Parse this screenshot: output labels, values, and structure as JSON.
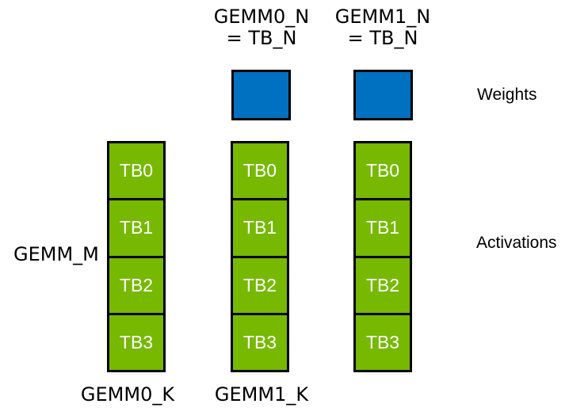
{
  "diagram": {
    "top_labels": [
      {
        "line1": "GEMM0_N",
        "line2": "= TB_N"
      },
      {
        "line1": "GEMM1_N",
        "line2": "= TB_N"
      }
    ],
    "legend": {
      "weights": "Weights",
      "activations": "Activations"
    },
    "gemm_m_label": "GEMM_M",
    "bottom_labels": [
      "GEMM0_K",
      "GEMM1_K"
    ],
    "columns": [
      {
        "blocks": [
          "TB0",
          "TB1",
          "TB2",
          "TB3"
        ]
      },
      {
        "blocks": [
          "TB0",
          "TB1",
          "TB2",
          "TB3"
        ]
      },
      {
        "blocks": [
          "TB0",
          "TB1",
          "TB2",
          "TB3"
        ]
      }
    ],
    "weight_squares_count": 2
  },
  "colors": {
    "activation_green": "#76b900",
    "weight_blue": "#0070c0",
    "border_black": "#000000",
    "tb_text_white": "#ffffff",
    "label_text_black": "#000000",
    "background_white": "#ffffff"
  }
}
